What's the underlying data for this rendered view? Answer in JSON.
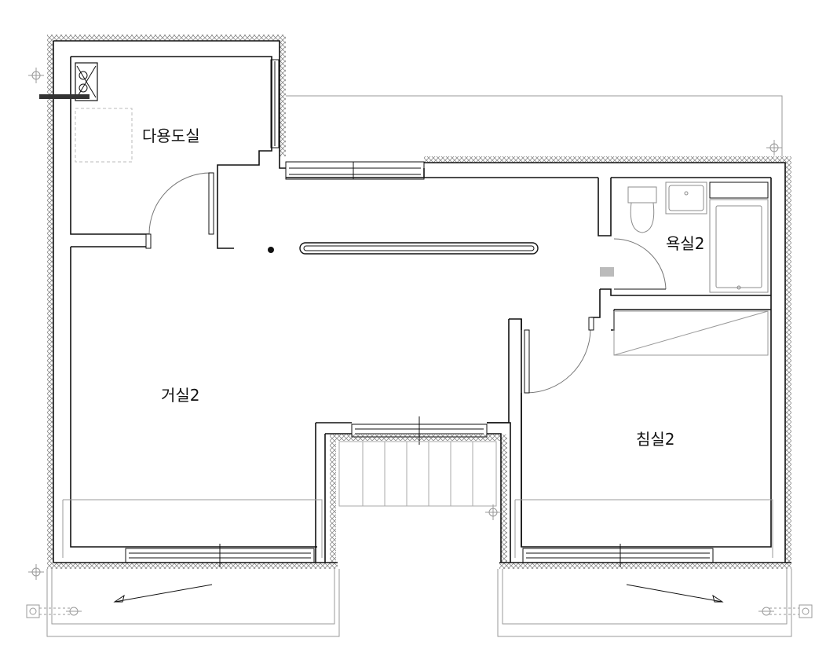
{
  "rooms": {
    "utility": "다용도실",
    "bathroom": "욕실2",
    "living": "거실2",
    "bedroom": "침실2"
  },
  "colors": {
    "wall": "#111111",
    "insulation": "#777777",
    "outline": "#9a9a9a",
    "furniture": "#8c8c8c"
  }
}
